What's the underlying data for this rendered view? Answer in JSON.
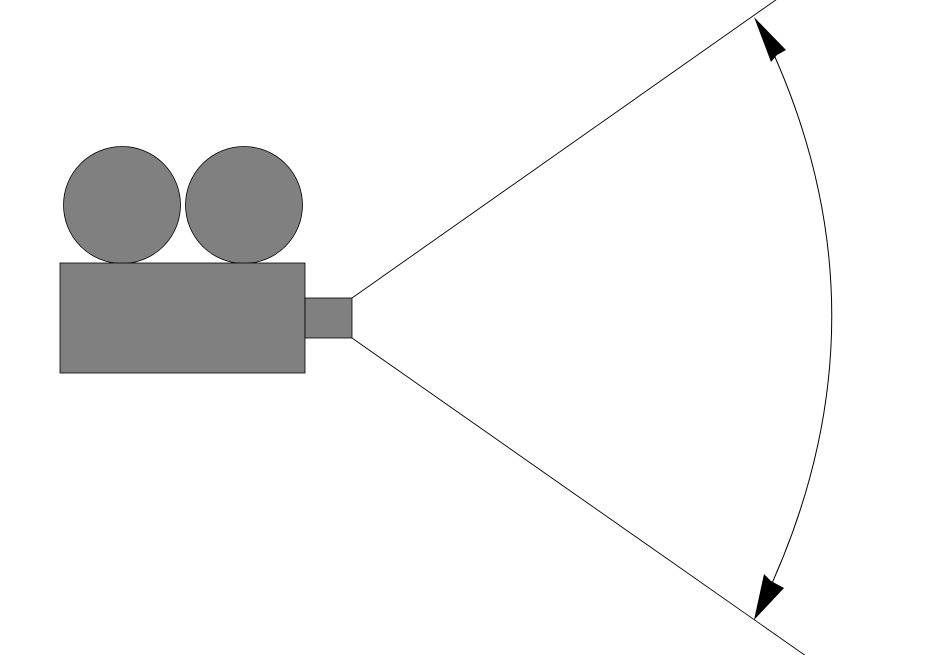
{
  "diagram": {
    "subject": "camera-field-of-view",
    "camera": {
      "body_color": "#808080",
      "outline_color": "#000000",
      "reels": [
        "left-reel",
        "right-reel"
      ]
    },
    "field_of_view": {
      "ray_color": "#000000",
      "arc_color": "#000000",
      "arrowheads": [
        "top-arrowhead",
        "bottom-arrowhead"
      ]
    },
    "background_color": "#ffffff"
  }
}
